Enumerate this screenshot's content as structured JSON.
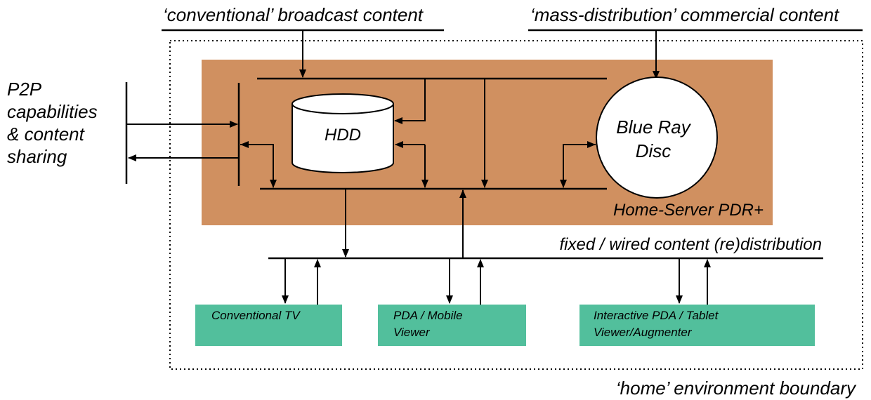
{
  "colors": {
    "server_fill": "#d09060",
    "device_fill": "#52bf9c",
    "line": "#000000",
    "boundary": "#000000"
  },
  "labels": {
    "broadcast_source": "‘conventional’ broadcast content",
    "commercial_source": "‘mass-distribution’ commercial content",
    "p2p_line1": "P2P",
    "p2p_line2": "capabilities",
    "p2p_line3": "& content",
    "p2p_line4": "sharing",
    "hdd": "HDD",
    "bluray_line1": "Blue Ray",
    "bluray_line2": "Disc",
    "server": "Home-Server PDR+",
    "distribution": "fixed / wired content (re)distribution",
    "boundary": "‘home’ environment boundary"
  },
  "devices": [
    {
      "line1": "Conventional TV",
      "line2": ""
    },
    {
      "line1": "PDA / Mobile",
      "line2": "Viewer"
    },
    {
      "line1": "Interactive PDA / Tablet",
      "line2": "Viewer/Augmenter"
    }
  ]
}
